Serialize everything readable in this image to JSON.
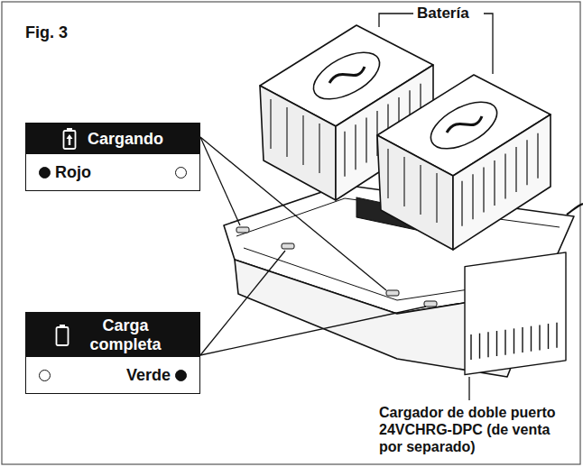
{
  "diagram": {
    "title": "Fig. 3",
    "nodes": [
      {
        "text": [
          "Cargando",
          "Rojo"
        ]
      },
      {
        "text": [
          "Carga completa",
          "Verde"
        ]
      }
    ],
    "labels": [
      "Batería",
      "Cargador de doble puerto 24VCHRG-DPC (de venta por separado)"
    ]
  }
}
